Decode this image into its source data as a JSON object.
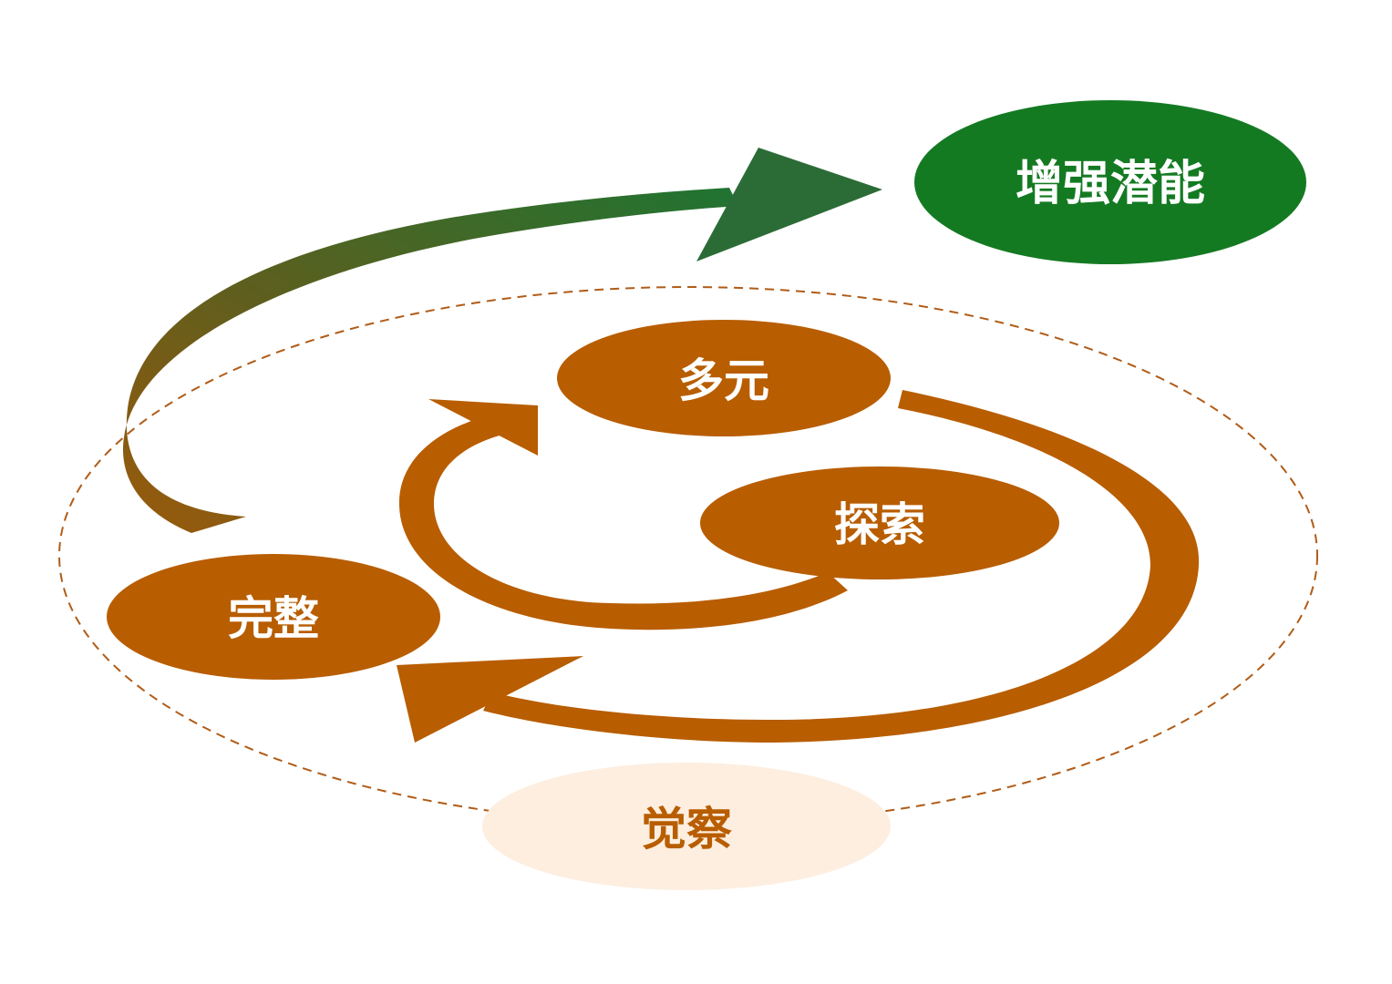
{
  "colors": {
    "orange": "#b85d00",
    "green": "#147a22",
    "light_node": "#fdeee0",
    "dashed_outline": "#b05c18",
    "white_text": "#ffffff"
  },
  "nodes": {
    "potential": {
      "label": "增强潜能"
    },
    "diverse": {
      "label": "多元"
    },
    "explore": {
      "label": "探索"
    },
    "complete": {
      "label": "完整"
    },
    "awareness": {
      "label": "觉察"
    }
  }
}
